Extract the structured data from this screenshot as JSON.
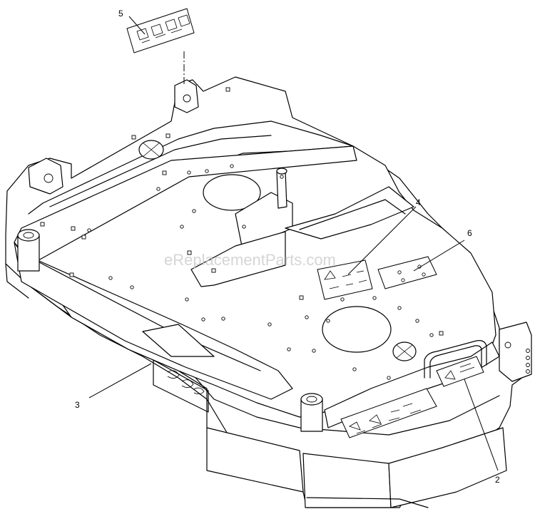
{
  "diagram": {
    "watermark": "eReplacementParts.com",
    "callouts": [
      {
        "id": "2",
        "label": "2"
      },
      {
        "id": "3",
        "label": "3"
      },
      {
        "id": "4",
        "label": "4"
      },
      {
        "id": "5",
        "label": "5"
      },
      {
        "id": "6",
        "label": "6"
      }
    ]
  },
  "colors": {
    "line": "#000000",
    "background": "#ffffff",
    "watermark": "#c8c8c8"
  }
}
